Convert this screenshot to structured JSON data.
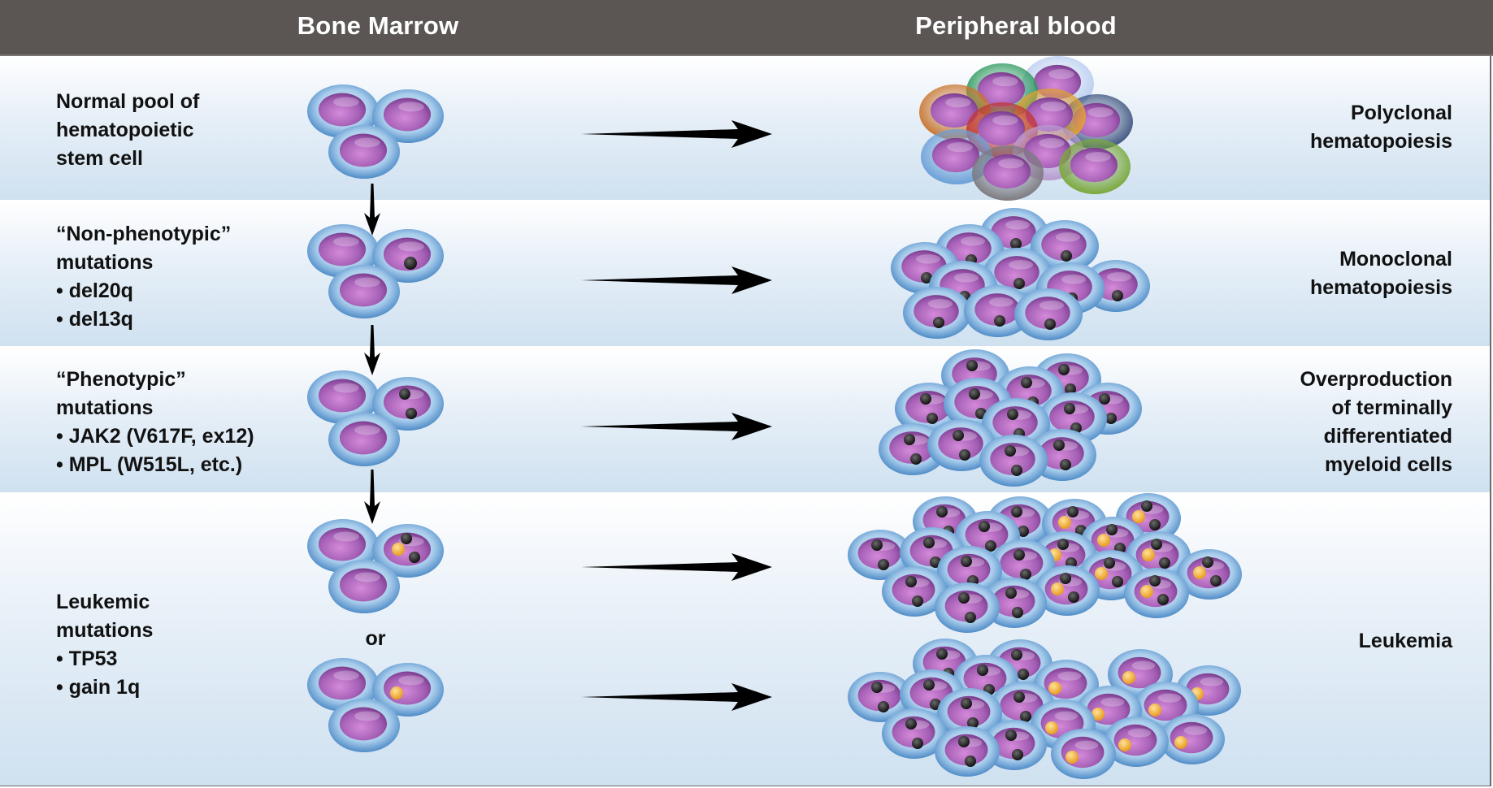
{
  "header": {
    "left_title": "Bone Marrow",
    "right_title": "Peripheral blood"
  },
  "colors": {
    "header_bg": "#5b5654",
    "cell_membrane": "#7fb0dc",
    "nucleus": "#a05bb0",
    "mutation_black": "#1e1e1e",
    "mutation_yellow": "#f2b43c"
  },
  "rows": [
    {
      "id": "normal",
      "left_lines": [
        "Normal pool of",
        "hematopoietic",
        "stem cell"
      ],
      "right_lines": [
        "Polyclonal",
        "hematopoiesis"
      ]
    },
    {
      "id": "non-phenotypic",
      "left_lines": [
        "“Non-phenotypic”",
        "mutations",
        "• del20q",
        "• del13q"
      ],
      "right_lines": [
        "Monoclonal",
        "hematopoiesis"
      ]
    },
    {
      "id": "phenotypic",
      "left_lines": [
        "“Phenotypic”",
        "mutations",
        "• JAK2 (V617F, ex12)",
        "• MPL (W515L, etc.)"
      ],
      "right_lines": [
        "Overproduction",
        "of terminally",
        "differentiated",
        "myeloid cells"
      ]
    },
    {
      "id": "leukemic",
      "left_lines": [
        "Leukemic",
        "mutations",
        "• TP53",
        "• gain 1q"
      ],
      "right_lines": [
        "Leukemia"
      ]
    }
  ],
  "or_label": "or",
  "polyclonal_membrane_colors": [
    "#2e9a5e",
    "#b9cdf0",
    "#c9752e",
    "#e0a030",
    "#3f5580",
    "#c2383a",
    "#6aa0d8",
    "#b79ad0",
    "#7aa83a",
    "#7d7a80"
  ],
  "mutation_legend": {
    "B": "black mutation marker",
    "Y": "yellow (leukemic) mutation marker"
  }
}
